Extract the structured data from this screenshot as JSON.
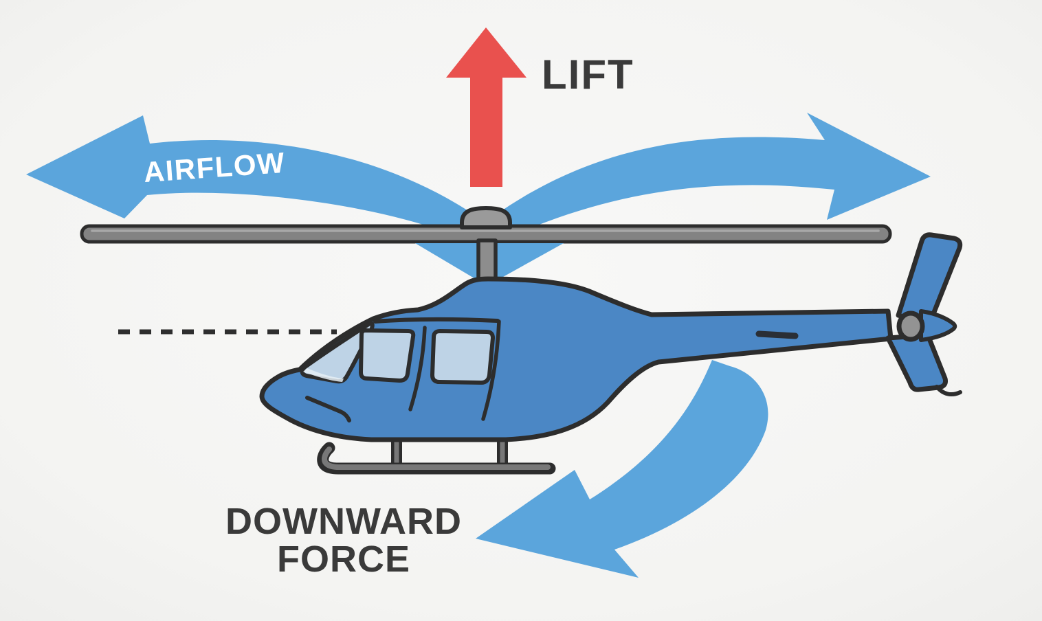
{
  "diagram": {
    "labels": {
      "lift": "LIFT",
      "airflow": "AIRFLOW",
      "downward_force_line1": "DOWNWARD",
      "downward_force_line2": "FORCE"
    },
    "colors": {
      "background": "#f4f4f2",
      "arrow_blue": "#5ba5dc",
      "lift_arrow_red": "#e9514e",
      "fuselage_blue": "#4b87c5",
      "window_blue": "#bed3e6",
      "windshield_highlight": "#e6eef5",
      "rotor_gray": "#838383",
      "hub_gray": "#9a9a9a",
      "skid_gray": "#787878",
      "outline_dark": "#2d2d2d",
      "label_dark": "#3a3a3a",
      "airflow_label_white": "#ffffff"
    }
  }
}
